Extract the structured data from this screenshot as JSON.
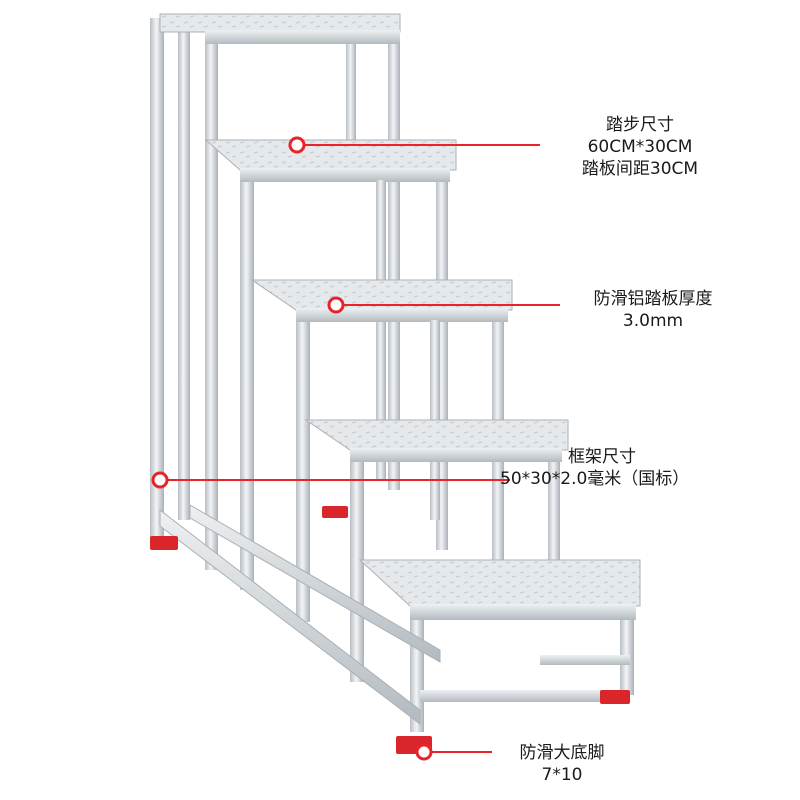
{
  "callouts": {
    "step_size": {
      "title": "踏步尺寸",
      "size": "60CM*30CM",
      "spacing": "踏板间距30CM"
    },
    "plate": {
      "title": "防滑铝踏板厚度",
      "thickness": "3.0mm"
    },
    "frame": {
      "title": "框架尺寸",
      "spec": "50*30*2.0毫米（国标）"
    },
    "foot": {
      "title": "防滑大底脚",
      "size": "7*10"
    }
  },
  "colors": {
    "marker": "#e8232a",
    "aluminum": "#d9dee2",
    "foot_pad": "#d8262a"
  }
}
